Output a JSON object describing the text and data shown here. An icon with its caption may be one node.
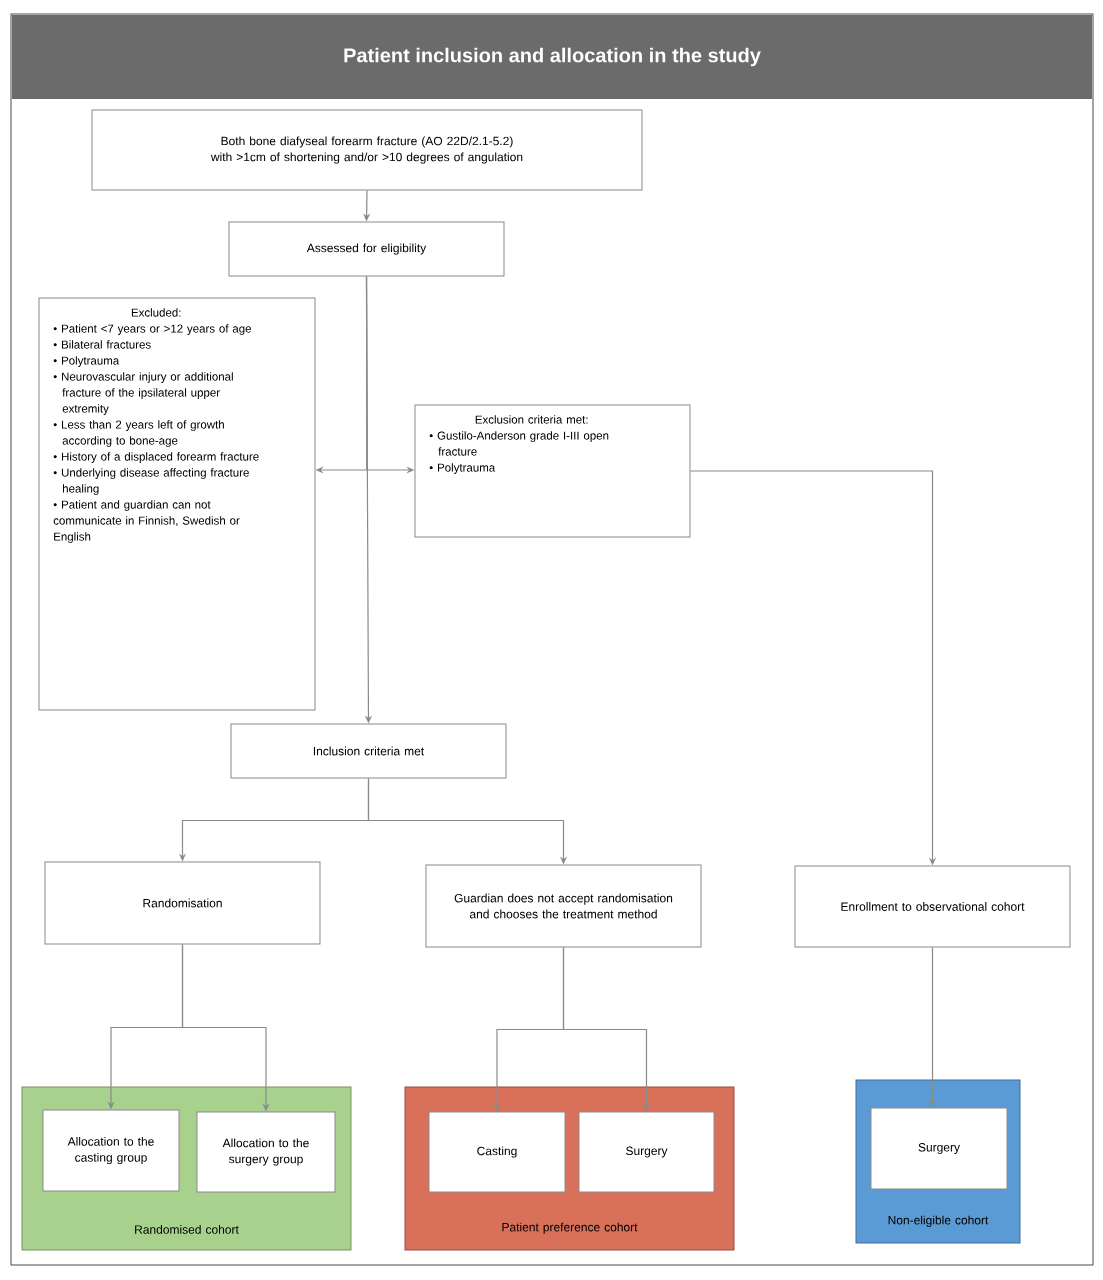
{
  "diagram": {
    "title": "Patient inclusion and allocation in the study",
    "nodes": [
      {
        "text": [
          "Both bone diafyseal forearm fracture (AO 22D/2.1-5.2) with >1cm of shortening and/or >10 degrees of angulation"
        ]
      },
      {
        "text": [
          "Assessed for eligibility"
        ]
      },
      {
        "text": [
          "Excluded:",
          "• Patient <7 years or >12 years of age",
          "• Bilateral fractures",
          "• Polytrauma",
          "• Neurovascular injury or additional fracture of the ipsilateral upper extremity",
          "• Less than 2 years left of growth according to bone-age",
          "• History of a displaced forearm fracture",
          "• Underlying disease affecting fracture healing",
          "• Patient and guardian can not communicate in Finnish, Swedish or English"
        ]
      },
      {
        "text": [
          "Exclusion criteria met:",
          "• Gustilo-Anderson grade I-III open fracture",
          "• Polytrauma"
        ]
      },
      {
        "text": [
          "Inclusion criteria met"
        ]
      },
      {
        "text": [
          "Randomisation"
        ]
      },
      {
        "text": [
          "Guardian does not accept randomisation and chooses the treatment method"
        ]
      },
      {
        "text": [
          "Enrollment to observational cohort"
        ]
      },
      {
        "text": [
          "Randomised cohort"
        ]
      },
      {
        "text": [
          "Allocation to the casting group"
        ],
        "in": 8
      },
      {
        "text": [
          "Allocation to the surgery group"
        ],
        "in": 8
      },
      {
        "text": [
          "Patient preference cohort"
        ]
      },
      {
        "text": [
          "Casting"
        ],
        "in": 11
      },
      {
        "text": [
          "Surgery"
        ],
        "in": 11
      },
      {
        "text": [
          "Non-eligible cohort"
        ]
      },
      {
        "text": [
          "Surgery"
        ],
        "in": 14
      }
    ],
    "edges": [
      {
        "from": 0,
        "to": 1,
        "arrow": "to"
      },
      {
        "from": 1,
        "to": 4,
        "arrow": "to"
      },
      {
        "from": 1,
        "to": 2,
        "arrow": "to"
      },
      {
        "from": 1,
        "to": 3,
        "arrow": "to"
      },
      {
        "from": 3,
        "to": 7,
        "arrow": "to"
      },
      {
        "from": 4,
        "to": 5,
        "arrow": "to"
      },
      {
        "from": 4,
        "to": 6,
        "arrow": "to"
      },
      {
        "from": 5,
        "to": 9,
        "arrow": "to"
      },
      {
        "from": 5,
        "to": 10,
        "arrow": "to"
      },
      {
        "from": 6,
        "to": 12,
        "arrow": "to"
      },
      {
        "from": 6,
        "to": 13,
        "arrow": "to"
      },
      {
        "from": 7,
        "to": 15,
        "arrow": "to"
      }
    ]
  }
}
